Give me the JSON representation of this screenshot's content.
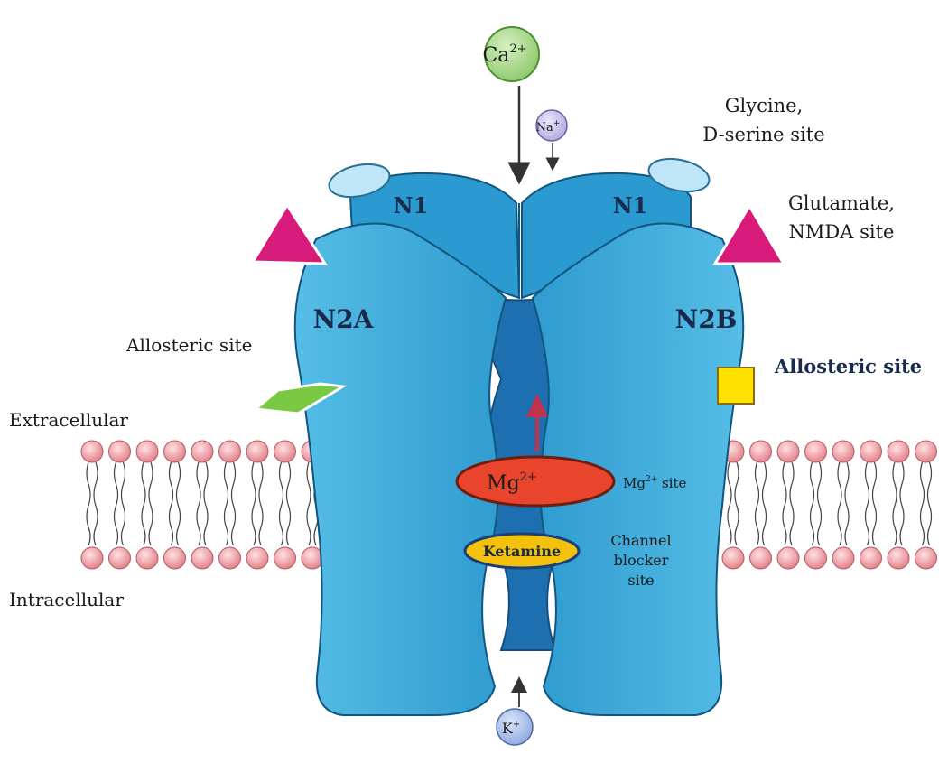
{
  "ions": {
    "calcium": {
      "base": "Ca",
      "sup": "2+"
    },
    "sodium": {
      "base": "Na",
      "sup": "+"
    },
    "potassium": {
      "base": "K",
      "sup": "+"
    },
    "magnesium": {
      "base": "Mg",
      "sup": "2+"
    }
  },
  "subunits": {
    "n1_left": "N1",
    "n1_right": "N1",
    "n2a": "N2A",
    "n2b": "N2B"
  },
  "labels": {
    "glycine_line1": "Glycine,",
    "glycine_line2": "D-serine site",
    "glutamate_line1": "Glutamate,",
    "glutamate_line2": "NMDA site",
    "allosteric_left": "Allosteric site",
    "allosteric_right": "Allosteric site",
    "extracellular": "Extracellular",
    "intracellular": "Intracellular",
    "mg_site": {
      "base": "Mg",
      "sup": "2+",
      "suffix": " site"
    },
    "ketamine": "Ketamine",
    "channel_blocker_line1": "Channel",
    "channel_blocker_line2": "blocker",
    "channel_blocker_line3": "site"
  },
  "colors": {
    "protein": "#3aa7d6",
    "protein_dark": "#1f7fb7",
    "pore": "#1e6fb0",
    "glutamate_triangle": "#d81b7a",
    "glycine_ellipse": "#bfe6f7",
    "allosteric_left": "#7ac943",
    "allosteric_right": "#ffe100",
    "magnesium": "#e8452c",
    "ketamine": "#f4c20d",
    "calcium": "#9fd67f",
    "sodium": "#c6bfe6",
    "potassium": "#9fb6e6",
    "lipid_head": "#f2a0a6",
    "arrow_up": "#c0334d"
  }
}
